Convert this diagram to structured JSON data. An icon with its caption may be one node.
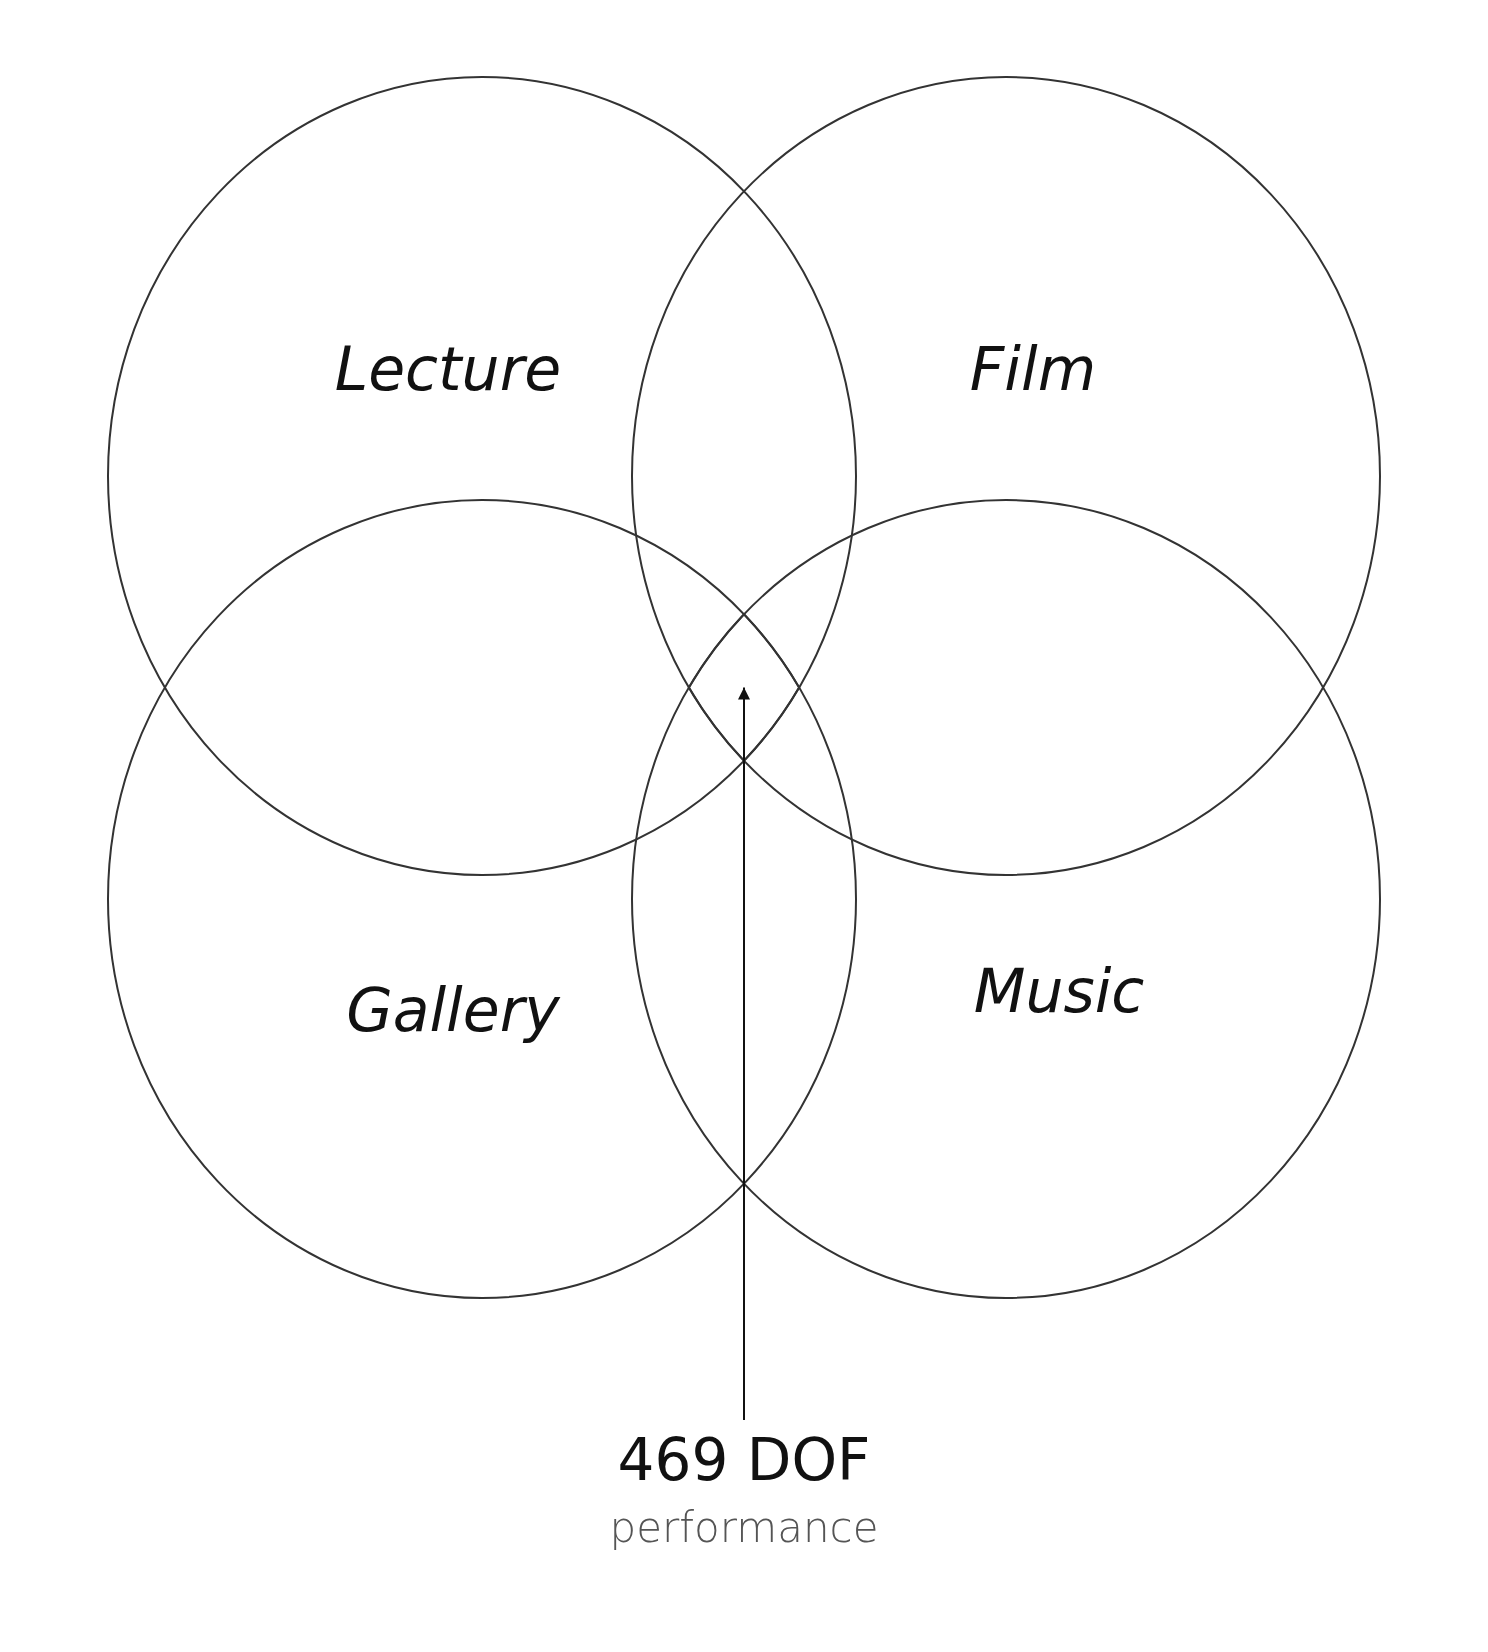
{
  "diagram": {
    "nodes": [
      {
        "text": [
          "Lecture"
        ]
      },
      {
        "text": [
          "Film"
        ]
      },
      {
        "text": [
          "Gallery"
        ]
      },
      {
        "text": [
          "Music"
        ]
      },
      {
        "text": [
          "469 DOF",
          "performance"
        ]
      },
      {
        "text": [],
        "shape": "region"
      }
    ],
    "edges": [
      {
        "from": 4,
        "to": 5,
        "arrow": "to"
      }
    ]
  }
}
